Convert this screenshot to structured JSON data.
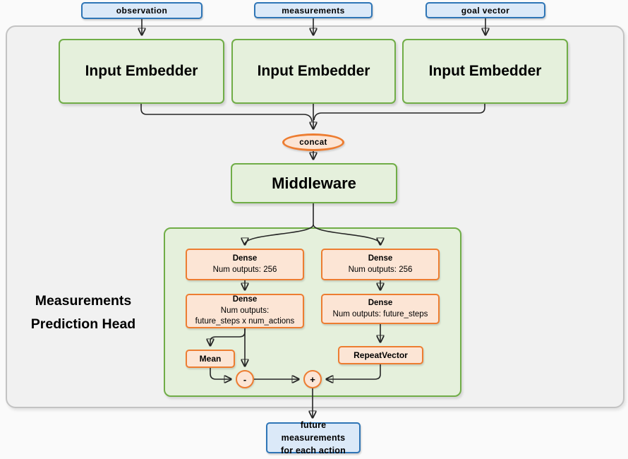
{
  "inputs": [
    {
      "label": "observation"
    },
    {
      "label": "measurements"
    },
    {
      "label": "goal vector"
    }
  ],
  "embedders": [
    {
      "label": "Input Embedder"
    },
    {
      "label": "Input Embedder"
    },
    {
      "label": "Input Embedder"
    }
  ],
  "concat_label": "concat",
  "middleware_label": "Middleware",
  "head": {
    "title_line1": "Measurements",
    "title_line2": "Prediction Head",
    "left": {
      "dense1_title": "Dense",
      "dense1_sub": "Num outputs: 256",
      "dense2_title": "Dense",
      "dense2_sub1": "Num outputs:",
      "dense2_sub2": "future_steps x num_actions",
      "mean_label": "Mean",
      "op": "-"
    },
    "right": {
      "dense1_title": "Dense",
      "dense1_sub": "Num outputs: 256",
      "dense2_title": "Dense",
      "dense2_sub": "Num outputs: future_steps",
      "repeat_label": "RepeatVector",
      "op": "+"
    }
  },
  "output": {
    "line1": "future measurements",
    "line2": "for each action"
  },
  "colors": {
    "green_border": "#70ad47",
    "green_fill": "#e5f0dc",
    "orange_border": "#ed7d31",
    "orange_fill": "#fce5d5",
    "blue_border": "#2e75b6",
    "blue_fill": "#dbe9f8",
    "container_fill": "#f1f1f1",
    "wire": "#262626"
  }
}
